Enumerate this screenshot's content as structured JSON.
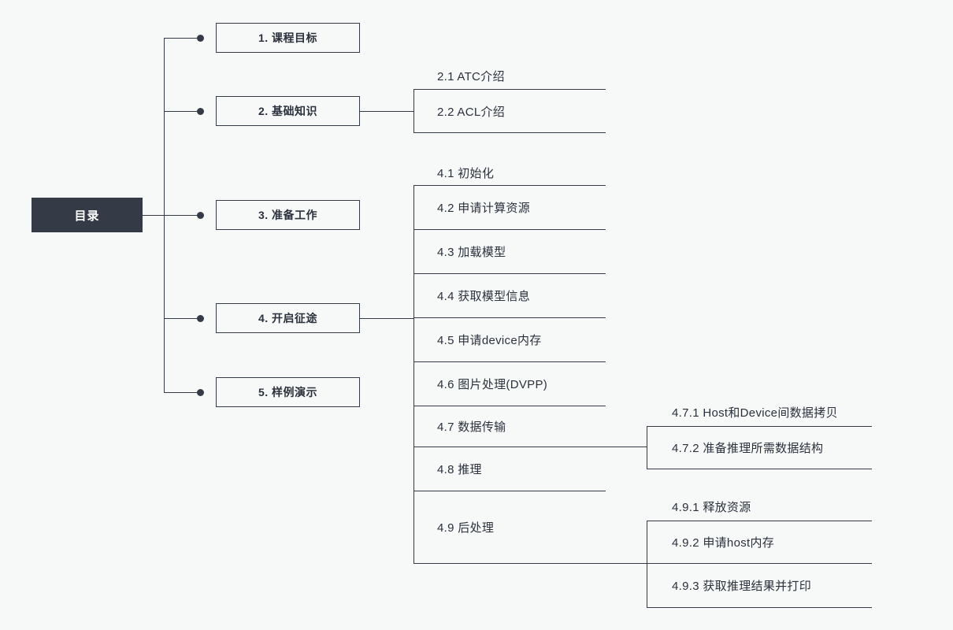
{
  "diagram": {
    "type": "mindmap-tree",
    "title": "目录",
    "background_color": "#f7f8f8",
    "line_color": "#343b47",
    "root_fill": "#343b47",
    "root_text_color": "#ffffff",
    "text_color": "#2b313c"
  },
  "root": {
    "label": "目录"
  },
  "level1": [
    {
      "label": "1. 课程目标"
    },
    {
      "label": "2. 基础知识"
    },
    {
      "label": "3. 准备工作"
    },
    {
      "label": "4. 开启征途"
    },
    {
      "label": "5. 样例演示"
    }
  ],
  "branch2": [
    {
      "label": "2.1 ATC介绍"
    },
    {
      "label": "2.2 ACL介绍"
    }
  ],
  "branch4": [
    {
      "label": "4.1 初始化"
    },
    {
      "label": "4.2 申请计算资源"
    },
    {
      "label": "4.3 加载模型"
    },
    {
      "label": "4.4 获取模型信息"
    },
    {
      "label": "4.5 申请device内存"
    },
    {
      "label": "4.6 图片处理(DVPP)"
    },
    {
      "label": "4.7 数据传输"
    },
    {
      "label": "4.8 推理"
    },
    {
      "label": "4.9 后处理"
    }
  ],
  "branch47": [
    {
      "label": "4.7.1 Host和Device间数据拷贝"
    },
    {
      "label": "4.7.2 准备推理所需数据结构"
    }
  ],
  "branch49": [
    {
      "label": "4.9.1 释放资源"
    },
    {
      "label": "4.9.2 申请host内存"
    },
    {
      "label": "4.9.3 获取推理结果并打印"
    }
  ]
}
